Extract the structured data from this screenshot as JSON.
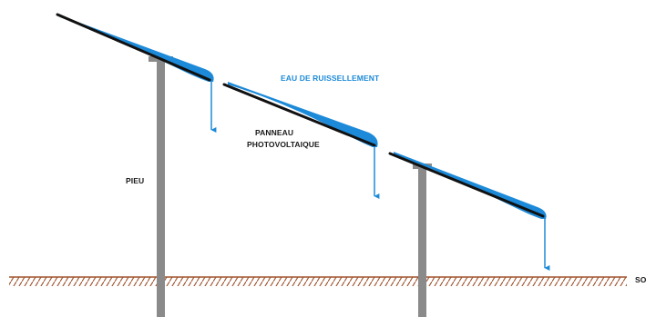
{
  "labels": {
    "runoff": "EAU DE RUISSELLEMENT",
    "panel_line1": "PANNEAU",
    "panel_line2": "PHOTOVOLTAIQUE",
    "pile": "PIEU",
    "ground": "SO"
  },
  "colors": {
    "water": "#1c8ad8",
    "panel": "#111111",
    "pile": "#8a8a8a",
    "ground": "#a0522d"
  }
}
